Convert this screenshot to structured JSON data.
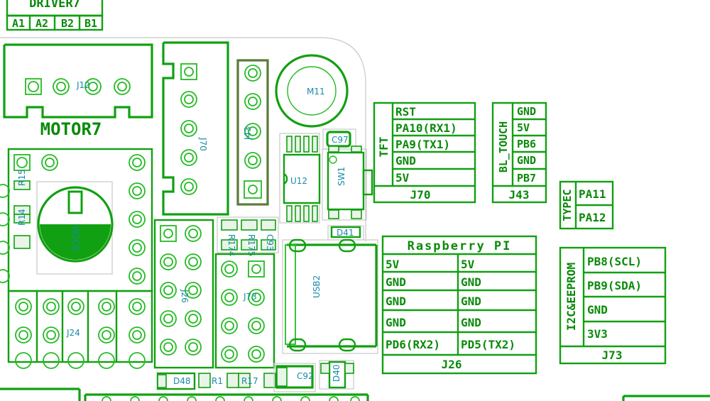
{
  "driver_label": "DRIVER7",
  "driver_pins": [
    "A1",
    "A2",
    "B2",
    "B1"
  ],
  "motor_label": "MOTOR7",
  "refs": {
    "j12": "J12",
    "j70": "J70",
    "j43": "J43",
    "m11": "M11",
    "c97": "C97",
    "u12": "U12",
    "sw1": "SW1",
    "d41": "D41",
    "usb2": "USB2",
    "j26": "J26",
    "j73": "J73",
    "j24": "J24",
    "c92": "C92",
    "d40": "D40",
    "d48": "D48",
    "r1": "R1",
    "r17": "R17",
    "r14": "R14",
    "r15": "R15",
    "r174": "R174",
    "r175": "R175",
    "c93": "C93",
    "w2c0": "W2C0"
  },
  "tft": {
    "title": "TFT",
    "pins": [
      "RST",
      "PA10(RX1)",
      "PA9(TX1)",
      "GND",
      "5V"
    ],
    "connector": "J70"
  },
  "bl_touch": {
    "title": "BL_TOUCH",
    "pins": [
      "GND",
      "5V",
      "PB6",
      "GND",
      "PB7"
    ],
    "connector": "J43"
  },
  "typec": {
    "title": "TYPEC",
    "pins": [
      "PA11",
      "PA12"
    ]
  },
  "raspberry": {
    "title": "Raspberry PI",
    "left": [
      "5V",
      "GND",
      "GND",
      "GND",
      "PD6(RX2)"
    ],
    "right": [
      "5V",
      "GND",
      "GND",
      "GND",
      "PD5(TX2)"
    ],
    "connector": "J26"
  },
  "eeprom": {
    "title": "I2C&EEPROM",
    "pins": [
      "PB8(SCL)",
      "PB9(SDA)",
      "GND",
      "3V3"
    ],
    "connector": "J73"
  }
}
